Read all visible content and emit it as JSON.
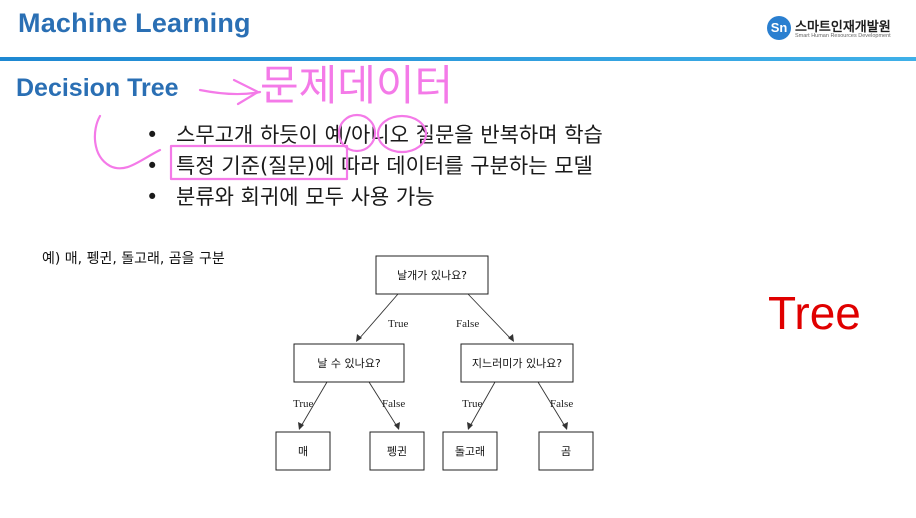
{
  "header": {
    "title": "Machine Learning",
    "logo_mark": "Sn",
    "logo_name": "스마트인재개발원",
    "logo_sub": "Smart Human Resources Development"
  },
  "section_title": "Decision Tree",
  "bullets": [
    "스무고개 하듯이 예/아니오 질문을 반복하며 학습",
    "특정 기준(질문)에 따라 데이터를 구분하는 모델",
    "분류와 회귀에 모두 사용 가능"
  ],
  "example_text": "예) 매, 펭귄, 돌고래, 곰을 구분",
  "tree": {
    "root": "날개가 있나요?",
    "left_question": "날 수 있나요?",
    "right_question": "지느러미가 있나요?",
    "leaves": [
      "매",
      "펭귄",
      "돌고래",
      "곰"
    ],
    "edge_true": "True",
    "edge_false": "False"
  },
  "annotation": {
    "handwritten": "문제데이터",
    "label_word": "Tree",
    "label_color": "#e00000",
    "ink_color": "#f47ae8"
  },
  "accent_color": "#2a6fb4"
}
